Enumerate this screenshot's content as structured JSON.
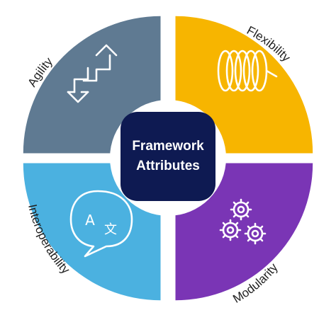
{
  "center": {
    "line1": "Framework",
    "line2": "Attributes",
    "color": "#0e1a52"
  },
  "quadrants": [
    {
      "label": "Agility",
      "color": "#5f7a92",
      "icon": "two-way-arrows-icon"
    },
    {
      "label": "Flexibility",
      "color": "#f7b500",
      "icon": "spring-coil-icon"
    },
    {
      "label": "Interoperability",
      "color": "#4bb1e0",
      "icon": "translate-bubble-icon"
    },
    {
      "label": "Modularity",
      "color": "#7a35b5",
      "icon": "gears-icon"
    }
  ],
  "icon_glyphs": {
    "translate_latin": "A",
    "translate_cjk": "文"
  }
}
